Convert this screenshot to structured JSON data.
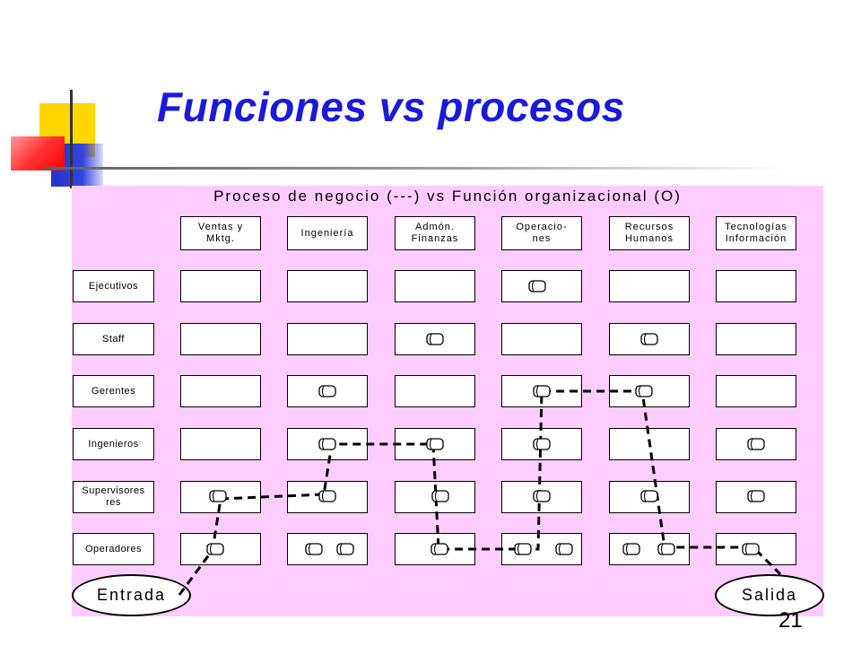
{
  "title": "Funciones vs procesos",
  "diagram": {
    "heading": "Proceso de negocio (---) vs Función organizacional (O)",
    "columns": [
      "Ventas y\nMktg.",
      "Ingeniería",
      "Admón.\nFinanzas",
      "Operacio-\nnes",
      "Recursos\nHumanos",
      "Tecnologías\nInformación"
    ],
    "rows": [
      "Ejecutivos",
      "Staff",
      "Gerentes",
      "Ingenieros",
      "Supervisores\nres",
      "Operadores"
    ],
    "entry": "Entrada",
    "exit": "Salida"
  },
  "page_number": "21",
  "colors": {
    "title": "#1a1adc",
    "panel": "#ffccff",
    "deco_yellow": "#ffd700",
    "deco_red": "#ff3333",
    "deco_blue": "#2233cc"
  }
}
